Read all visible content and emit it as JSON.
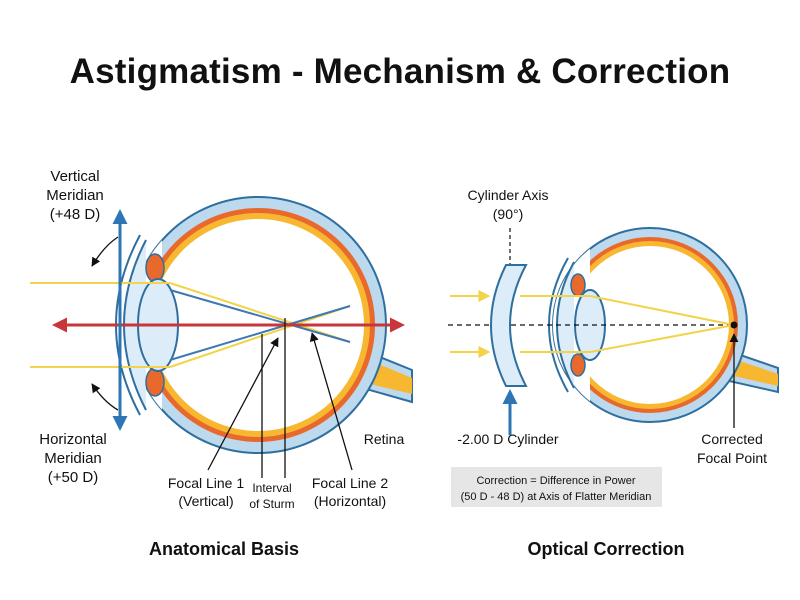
{
  "title": "Astigmatism - Mechanism & Correction",
  "left": {
    "vertical_meridian": [
      "Vertical",
      "Meridian",
      "(+48 D)"
    ],
    "horizontal_meridian": [
      "Horizontal",
      "Meridian",
      "(+50 D)"
    ],
    "retina": "Retina",
    "focal_line_1": [
      "Focal Line 1",
      "(Vertical)"
    ],
    "interval_of_sturm": [
      "Interval",
      "of Sturm"
    ],
    "focal_line_2": [
      "Focal Line 2",
      "(Horizontal)"
    ],
    "caption": "Anatomical Basis"
  },
  "right": {
    "cylinder_axis": [
      "Cylinder Axis",
      "(90°)"
    ],
    "cylinder_lens": "-2.00 D Cylinder",
    "corrected_focal_point": [
      "Corrected",
      "Focal Point"
    ],
    "note": [
      "Correction = Difference in Power",
      "(50 D - 48 D) at Axis of Flatter Meridian"
    ],
    "caption": "Optical Correction"
  },
  "colors": {
    "sclera_blue": "#bcd9ee",
    "outline_blue": "#2f6f9f",
    "choroid_orange": "#e9692c",
    "optic_yellow": "#f7b731",
    "lens_fill": "#dcecf8",
    "ray_yellow": "#f2d34a",
    "ray_blue": "#3c78b4",
    "arrow_red": "#c8353b",
    "arrow_blue": "#2e75b6",
    "note_bg": "#e6e6e6"
  }
}
